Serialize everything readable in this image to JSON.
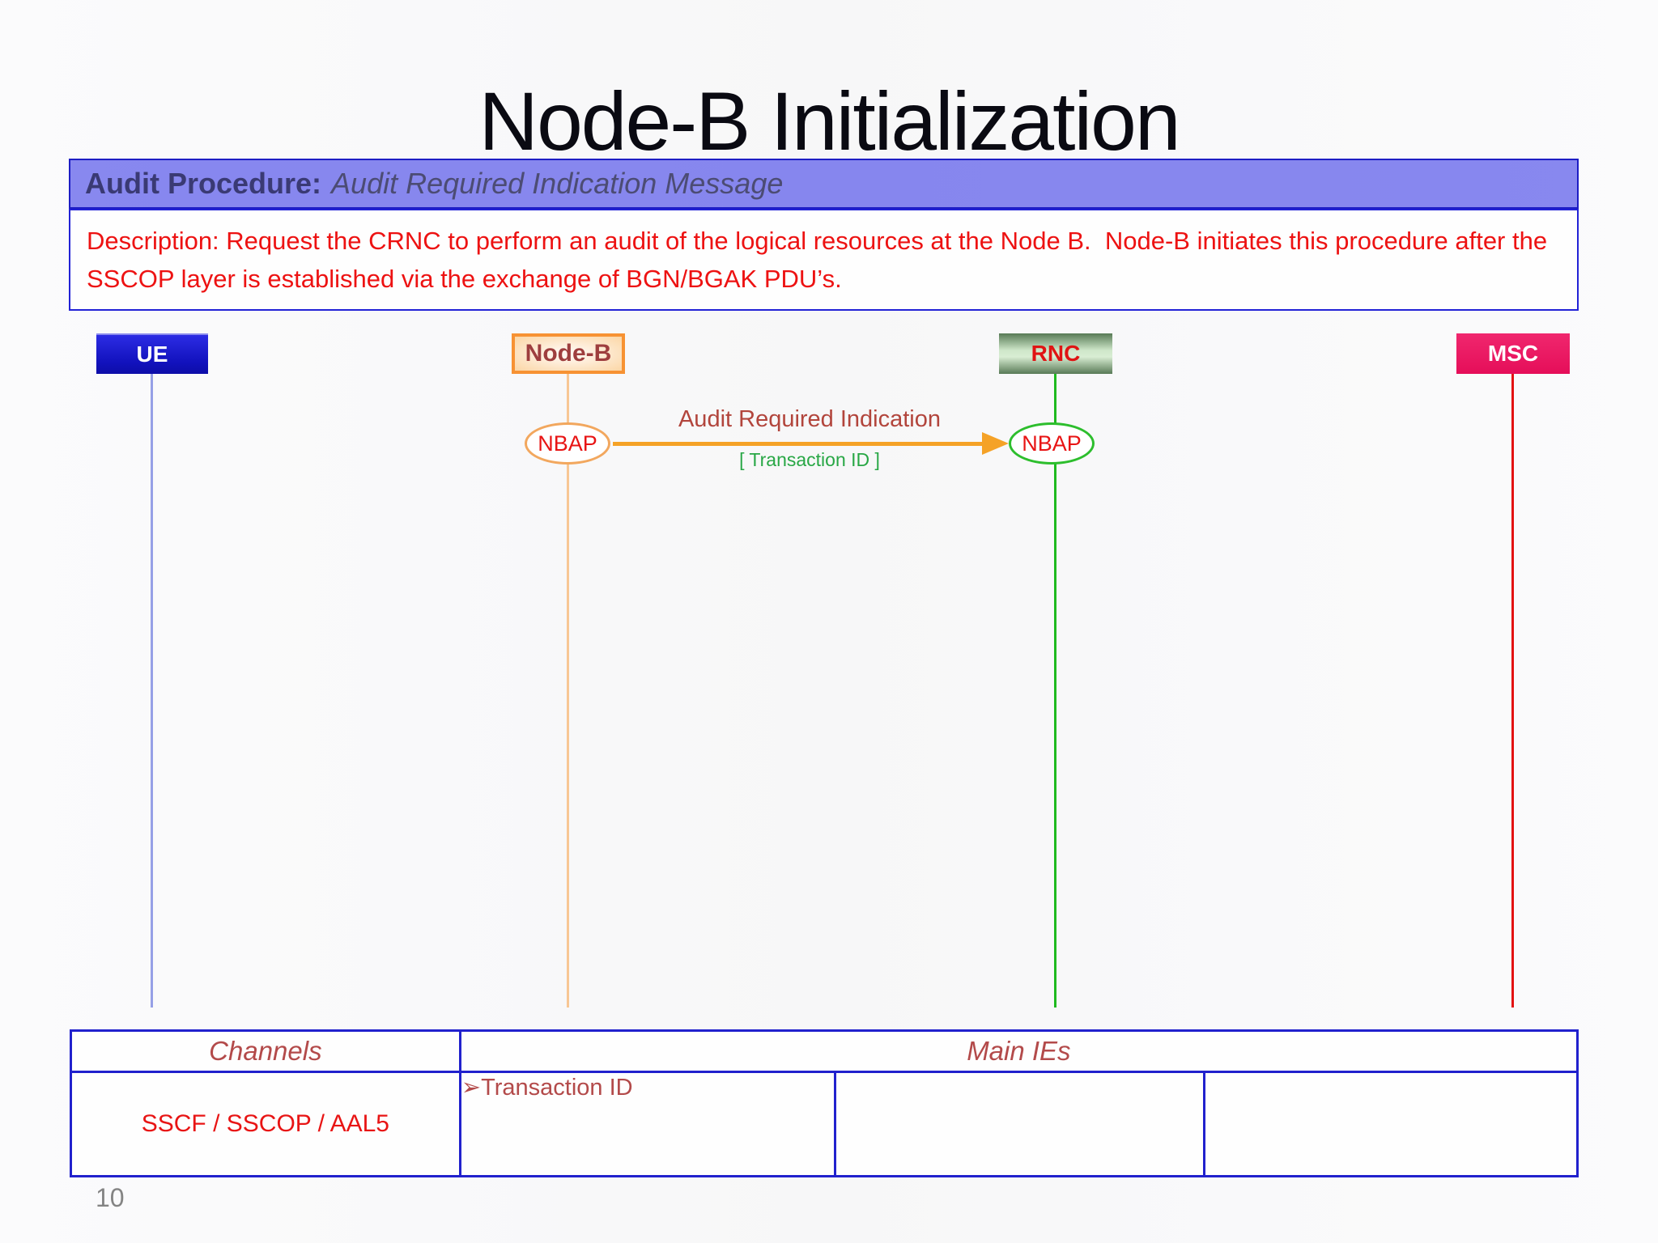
{
  "slide": {
    "title": "Node-B Initialization",
    "page_number": "10"
  },
  "procedure_bar": {
    "label": "Audit Procedure:",
    "value": "Audit Required Indication Message"
  },
  "description_box": {
    "text": "Description: Request the CRNC to perform an audit of the logical resources at the Node B.  Node-B initiates this procedure after the SSCOP layer is established via the exchange of BGN/BGAK PDU’s."
  },
  "diagram": {
    "lifelines": [
      {
        "id": "ue",
        "label": "UE",
        "color": "#1b1bd0"
      },
      {
        "id": "node-b",
        "label": "Node-B",
        "color": "#f79233"
      },
      {
        "id": "rnc",
        "label": "RNC",
        "color": "#1fba1f"
      },
      {
        "id": "msc",
        "label": "MSC",
        "color": "#ea1060"
      }
    ],
    "message": {
      "source_endpoint": "NBAP",
      "target_endpoint": "NBAP",
      "label": "Audit Required Indication",
      "parameters": "[ Transaction ID ]",
      "arrow_color": "#f5a227",
      "label_color": "#b2453c",
      "parameters_color": "#28a745"
    }
  },
  "table": {
    "channels_header": "Channels",
    "main_ies_header": "Main IEs",
    "channels_value": "SSCF / SSCOP / AAL5",
    "main_ies_bullet": "➢",
    "main_ies_item": "Transaction ID"
  },
  "colors": {
    "bar_fill": "#8a8af2",
    "bar_border": "#1d1dc4",
    "description_text": "#ed1212",
    "table_border": "#2121cd",
    "table_header_text": "#b34a4a"
  }
}
